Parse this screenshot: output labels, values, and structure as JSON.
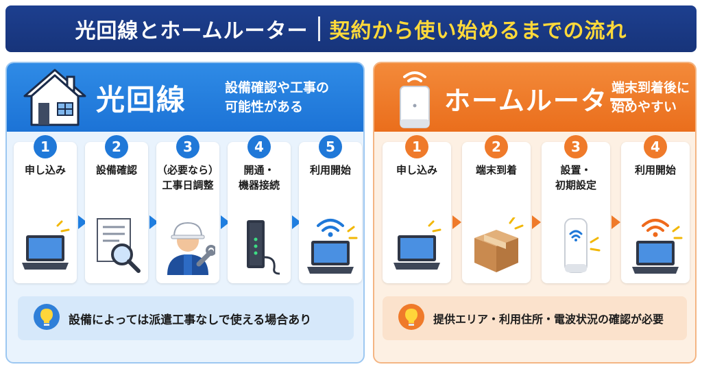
{
  "title": {
    "left": "光回線とホームルーター",
    "right": "契約から使い始めるまでの流れ"
  },
  "fiber": {
    "name": "光回線",
    "subtitle_line1": "設備確認や工事の",
    "subtitle_line2": "可能性がある",
    "steps": [
      {
        "num": "1",
        "label": "申し込み"
      },
      {
        "num": "2",
        "label": "設備確認"
      },
      {
        "num": "3",
        "label": "（必要なら）\n工事日調整"
      },
      {
        "num": "4",
        "label": "開通・\n機器接続"
      },
      {
        "num": "5",
        "label": "利用開始"
      }
    ],
    "note": "設備によっては派遣工事なしで使える場合あり",
    "accent": "#1f78d8"
  },
  "router": {
    "name": "ホームルーター",
    "subtitle_line1": "端末到着後に",
    "subtitle_line2": "始めやすい",
    "steps": [
      {
        "num": "1",
        "label": "申し込み"
      },
      {
        "num": "2",
        "label": "端末到着"
      },
      {
        "num": "3",
        "label": "設置・\n初期設定"
      },
      {
        "num": "4",
        "label": "利用開始"
      }
    ],
    "note": "提供エリア・利用住所・電波状況の確認が必要",
    "accent": "#ef7a2a"
  },
  "icons": [
    "house-icon",
    "router-icon",
    "laptop-icon",
    "document-search-icon",
    "worker-icon",
    "onu-device-icon",
    "wifi-laptop-icon",
    "package-icon",
    "home-router-icon",
    "lightbulb-icon"
  ]
}
